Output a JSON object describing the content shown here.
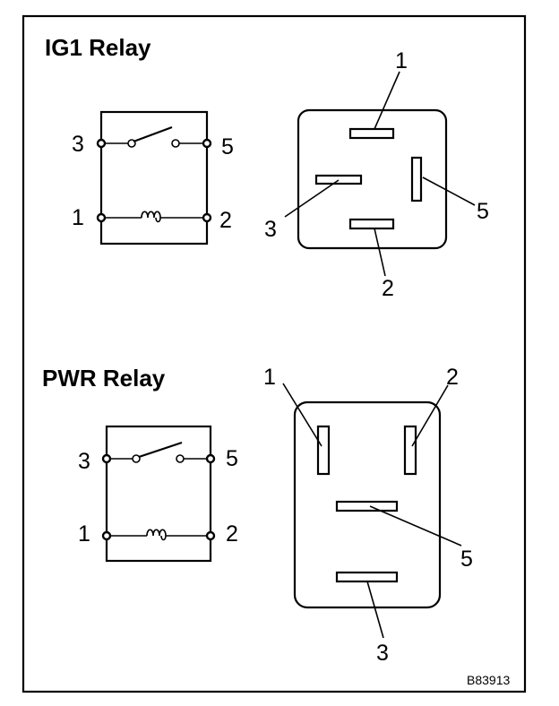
{
  "figure_code": "B83913",
  "ig1_relay": {
    "title": "IG1 Relay",
    "schematic_pins": {
      "contact_left": "3",
      "contact_right": "5",
      "coil_left": "1",
      "coil_right": "2"
    },
    "connector_pins": {
      "top": "1",
      "left": "3",
      "right": "5",
      "bottom": "2"
    }
  },
  "pwr_relay": {
    "title": "PWR Relay",
    "schematic_pins": {
      "contact_left": "3",
      "contact_right": "5",
      "coil_left": "1",
      "coil_right": "2"
    },
    "connector_pins": {
      "top_left": "1",
      "top_right": "2",
      "middle": "5",
      "bottom": "3"
    }
  }
}
